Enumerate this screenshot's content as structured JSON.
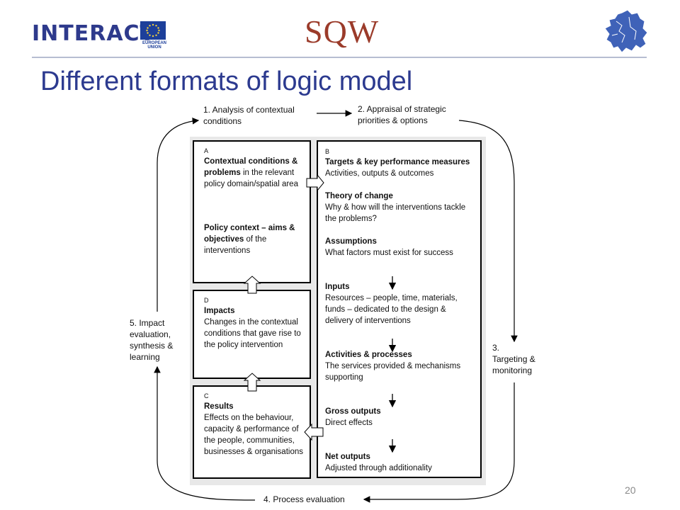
{
  "header": {
    "interact_logo": "INTERACT",
    "eu_caption": "EUROPEAN UNION",
    "sqw_logo": "SQW"
  },
  "title": "Different formats of logic model",
  "page_number": "20",
  "cycle": {
    "step1": "1. Analysis of contextual conditions",
    "step2": "2. Appraisal of strategic priorities & options",
    "step3_num": "3.",
    "step3": "Targeting & monitoring",
    "step4": "4. Process evaluation",
    "step5": "5. Impact evaluation, synthesis & learning"
  },
  "box_a": {
    "letter": "A",
    "contextual_bold": "Contextual conditions & problems",
    "contextual_rest": " in the relevant policy domain/spatial area",
    "policy_bold": "Policy context – aims & objectives",
    "policy_rest": " of the interventions"
  },
  "box_d": {
    "letter": "D",
    "heading": "Impacts",
    "text": "Changes in the contextual conditions that gave rise to the policy intervention"
  },
  "box_c": {
    "letter": "C",
    "heading": "Results",
    "text": "Effects on the behaviour, capacity & performance of the people, communities, businesses & organisations"
  },
  "box_b": {
    "letter": "B",
    "targets_heading": "Targets & key performance measures",
    "targets_text": "Activities, outputs & outcomes",
    "theory_heading": "Theory of change",
    "theory_text": "Why & how will the interventions tackle the problems?",
    "assumptions_heading": "Assumptions",
    "assumptions_text": "What factors must exist for success",
    "inputs_heading": "Inputs",
    "inputs_text": "Resources – people, time, materials, funds – dedicated to the design & delivery of interventions",
    "activities_heading": "Activities & processes",
    "activities_text": "The services provided & mechanisms supporting",
    "gross_heading": "Gross outputs",
    "gross_text": "Direct effects",
    "net_heading": "Net outputs",
    "net_text": "Adjusted through additionality"
  },
  "colors": {
    "title": "#2c3a8f",
    "sqw": "#9b3b2a",
    "interact": "#2e3a8c",
    "panel": "#e8e8e8"
  }
}
